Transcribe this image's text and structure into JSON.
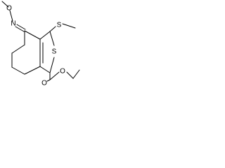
{
  "molecule": {
    "atom_labels": {
      "methoxy_oxygen": "O",
      "oxime_nitrogen": "N",
      "thio_sulfur": "S",
      "ring_sulfur": "S",
      "carbonyl_oxygen": "O",
      "ester_oxygen": "O"
    }
  }
}
